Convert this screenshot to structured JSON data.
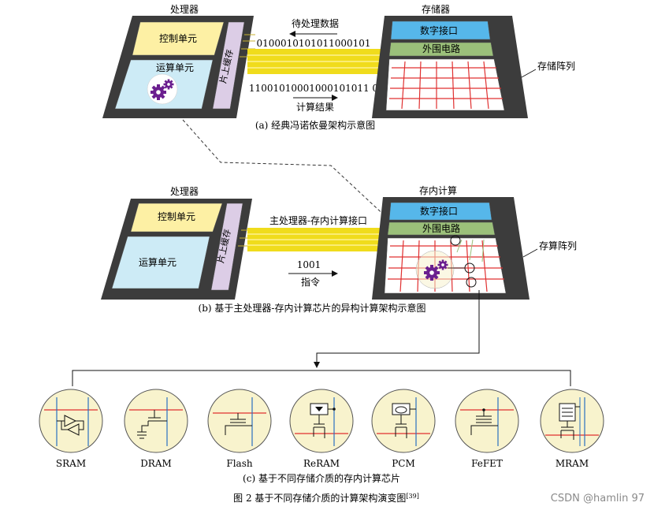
{
  "colors": {
    "chip_frame": "#3c3c3c",
    "control_unit": "#fdf0a4",
    "alu": "#cdebf6",
    "cache": "#dccde6",
    "bus": "#f0dc1c",
    "digital_interface": "#56b7ea",
    "peripheral_circuit": "#9bc07a",
    "array_line": "#e03030",
    "cell_circle": "#f8f3cd",
    "gear": "#6b1f8f"
  },
  "part_a": {
    "processor_title": "处理器",
    "control_unit": "控制单元",
    "alu": "运算单元",
    "cache": "片上缓存",
    "memory_title": "存储器",
    "digital_interface": "数字接口",
    "peripheral_circuit": "外围电路",
    "array_label": "存储阵列",
    "data_to_process": "待处理数据",
    "bits_top": "0100010101011000101",
    "bits_bottom": "11001010001000101011 0",
    "result_label": "计算结果",
    "caption": "(a) 经典冯诺依曼架构示意图"
  },
  "part_b": {
    "processor_title": "处理器",
    "control_unit": "控制单元",
    "alu": "运算单元",
    "cache": "片上缓存",
    "cim_title": "存内计算",
    "digital_interface": "数字接口",
    "peripheral_circuit": "外围电路",
    "array_label": "存算阵列",
    "interface_label": "主处理器-存内计算接口",
    "instruction_bits": "1001",
    "instruction_label": "指令",
    "caption": "(b) 基于主处理器-存内计算芯片的异构计算架构示意图"
  },
  "part_c": {
    "cells": [
      "SRAM",
      "DRAM",
      "Flash",
      "ReRAM",
      "PCM",
      "FeFET",
      "MRAM"
    ],
    "caption": "(c) 基于不同存储介质的存内计算芯片"
  },
  "figure_caption": "图 2 基于不同存储介质的计算架构演变图",
  "figure_ref": "[39]",
  "watermark": "CSDN @hamlin 97"
}
